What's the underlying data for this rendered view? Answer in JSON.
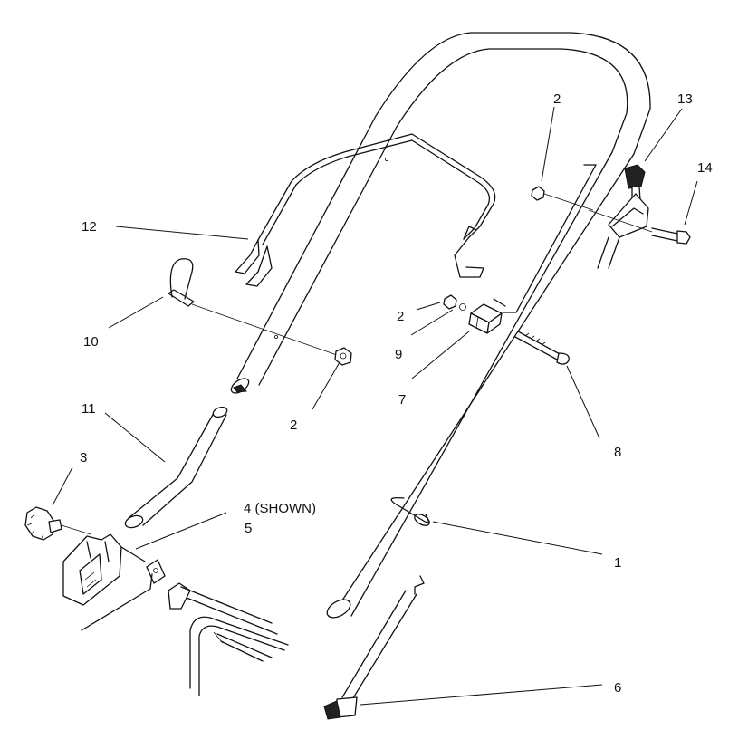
{
  "callouts": [
    {
      "label": "1"
    },
    {
      "label": "2"
    },
    {
      "label": "2"
    },
    {
      "label": "2"
    },
    {
      "label": "3"
    },
    {
      "label": "4 (SHOWN)"
    },
    {
      "label": "5"
    },
    {
      "label": "6"
    },
    {
      "label": "7"
    },
    {
      "label": "8"
    },
    {
      "label": "9"
    },
    {
      "label": "10"
    },
    {
      "label": "11"
    },
    {
      "label": "12"
    },
    {
      "label": "13"
    },
    {
      "label": "14"
    }
  ]
}
